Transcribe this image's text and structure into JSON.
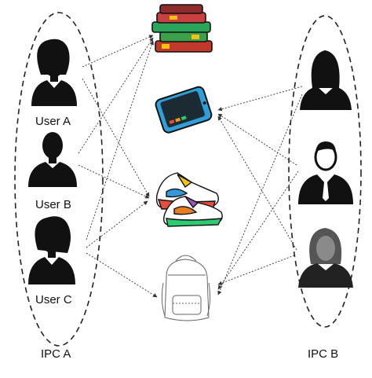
{
  "group_a": {
    "caption": "IPC A",
    "users": [
      {
        "label": "User A",
        "icon": "female-user-icon"
      },
      {
        "label": "User B",
        "icon": "male-user-icon"
      },
      {
        "label": "User C",
        "icon": "female-user-icon"
      }
    ]
  },
  "group_b": {
    "caption": "IPC B",
    "users": [
      {
        "icon": "female-user-icon"
      },
      {
        "icon": "businessman-user-icon"
      },
      {
        "icon": "gray-female-user-icon"
      }
    ]
  },
  "items": [
    {
      "icon": "books-icon"
    },
    {
      "icon": "smartphone-icon"
    },
    {
      "icon": "sneaker-icon"
    },
    {
      "icon": "backpack-icon"
    }
  ],
  "colors": {
    "ink": "#111111",
    "arrow": "#333333",
    "phone_blue": "#2f9fd8",
    "gray_user": "#8a8a8a"
  }
}
